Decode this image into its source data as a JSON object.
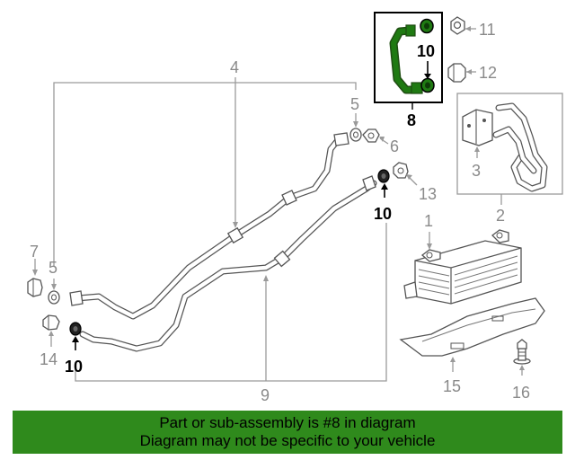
{
  "callouts": {
    "c1": "1",
    "c2": "2",
    "c3": "3",
    "c4": "4",
    "c5a": "5",
    "c5b": "5",
    "c6": "6",
    "c7": "7",
    "c8": "8",
    "c9": "9",
    "c10a": "10",
    "c10b": "10",
    "c10c": "10",
    "c11": "11",
    "c12": "12",
    "c13": "13",
    "c14": "14",
    "c15": "15",
    "c16": "16"
  },
  "highlight_part": "8",
  "colors": {
    "highlight_green": "#1f7a12",
    "banner_green": "#2f8a1c",
    "callout_gray": "#8a8a8a"
  },
  "banner": {
    "line1": "Part or sub-assembly is #8 in diagram",
    "line2": "Diagram may not be specific to your vehicle"
  }
}
